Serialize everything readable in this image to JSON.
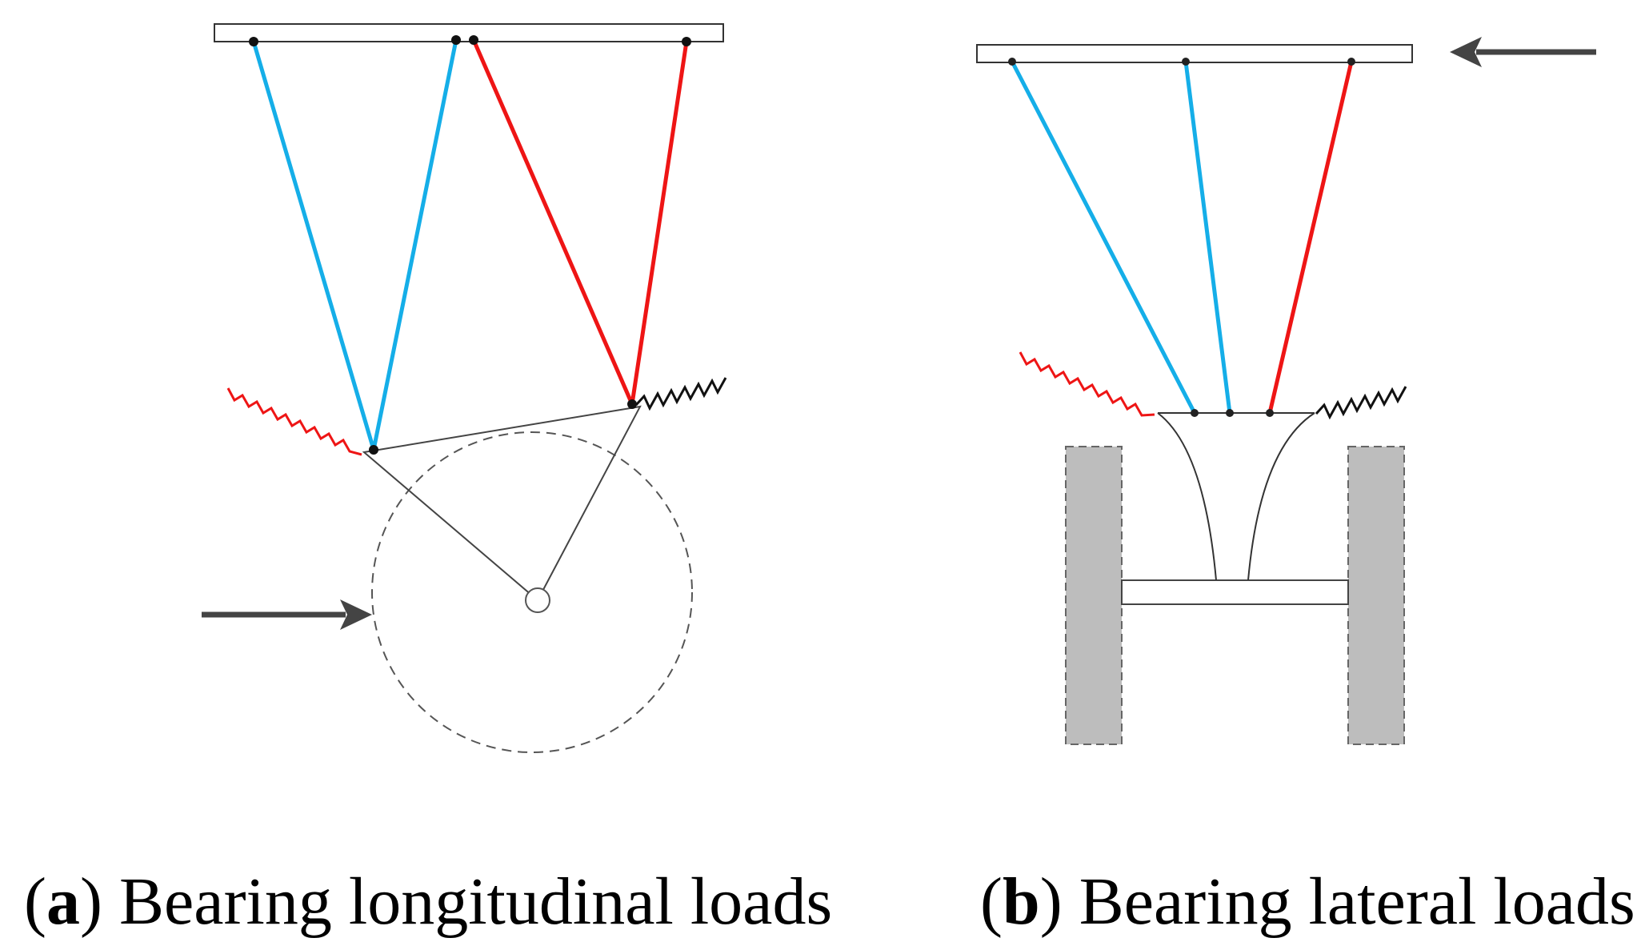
{
  "colors": {
    "rod_blue": "#15aee8",
    "rod_red": "#ee1515",
    "frame": "#333333",
    "wheel_fill": "#bdbdbd",
    "arrow": "#444444",
    "spring_red": "#ee1515",
    "spring_black": "#111111"
  },
  "panel_a": {
    "tag": "a",
    "caption": "Bearing longitudinal loads"
  },
  "panel_b": {
    "tag": "b",
    "caption": "Bearing lateral loads"
  }
}
